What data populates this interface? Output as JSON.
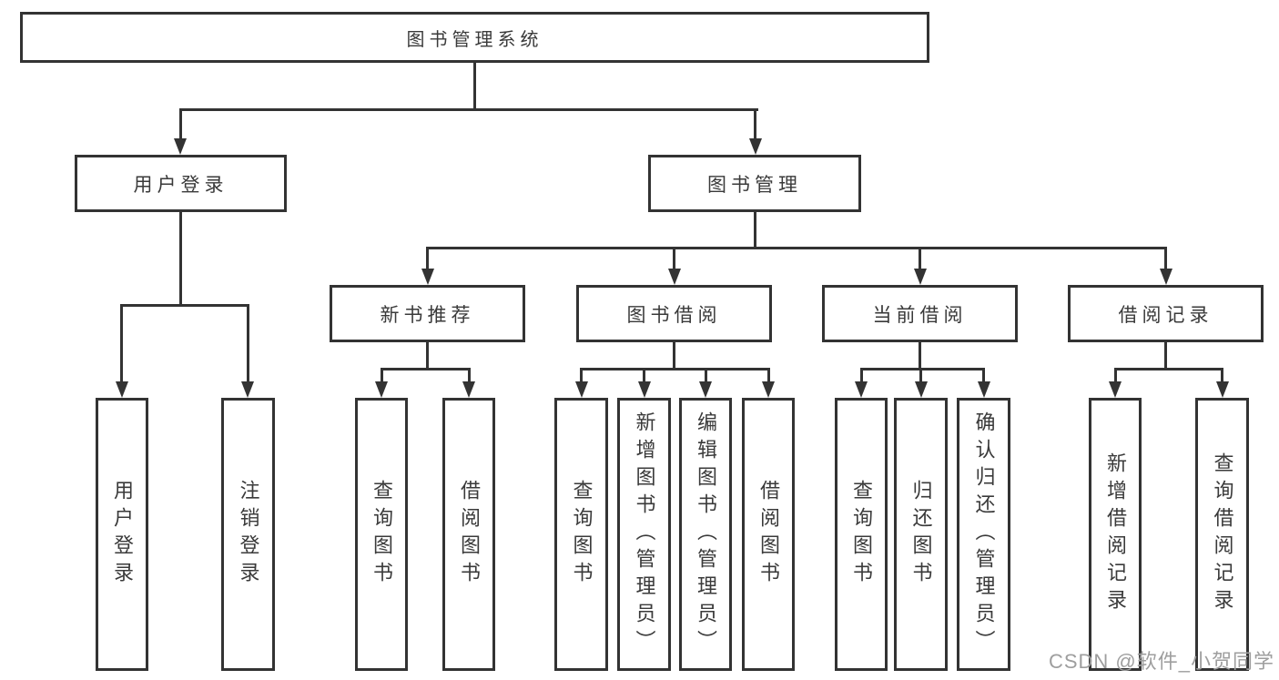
{
  "colors": {
    "line": "#333333",
    "text": "#3a3a3a",
    "watermark": "#9e9e9e",
    "bg": "#ffffff"
  },
  "diagram_type": "hierarchy-flowchart",
  "nodes": {
    "root": "图书管理系统",
    "user_login": "用户登录",
    "book_mgmt": "图书管理",
    "new_book_rec": "新书推荐",
    "book_borrow": "图书借阅",
    "current_borrow": "当前借阅",
    "borrow_records": "借阅记录",
    "leaf_user_login": "用户登录",
    "leaf_logout": "注销登录",
    "leaf_rec_query": "查询图书",
    "leaf_rec_borrow": "借阅图书",
    "leaf_bb_query": "查询图书",
    "leaf_bb_add": "新增图书（管理员）",
    "leaf_bb_edit": "编辑图书（管理员）",
    "leaf_bb_borrow": "借阅图书",
    "leaf_cb_query": "查询图书",
    "leaf_cb_return": "归还图书",
    "leaf_cb_confirm": "确认归还（管理员）",
    "leaf_br_add": "新增借阅记录",
    "leaf_br_query": "查询借阅记录"
  },
  "watermark": "CSDN @软件_小贺同学"
}
